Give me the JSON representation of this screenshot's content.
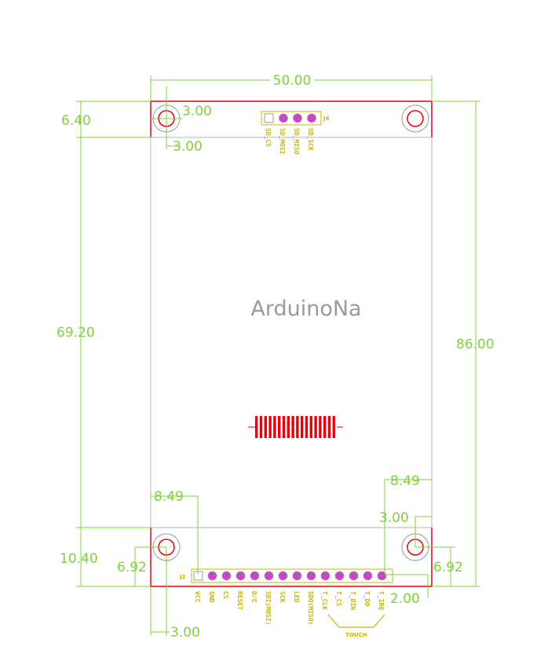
{
  "dimensions": {
    "width": "50.00",
    "height": "86.00",
    "display_height": "69.20",
    "top_band": "6.40",
    "bottom_band": "10.40",
    "top_hole_x": "3.00",
    "top_hole_y": "3.00",
    "left_pin_offset": "8.49",
    "right_pin_offset": "8.49",
    "right_hole_x": "3.00",
    "left_hole_y": "6.92",
    "right_hole_y": "6.92",
    "bottom_hole_x": "3.00",
    "header_edge": "2.00"
  },
  "watermark": "ArduinoNa",
  "j4": {
    "ref": "J4",
    "pins": [
      "SD_CS",
      "SD_MOSI",
      "SD_MISO",
      "SD_SCK"
    ]
  },
  "j2": {
    "ref": "J2",
    "pins": [
      "VCC",
      "GND",
      "CS",
      "RESET",
      "D/C",
      "SDI(MOSI)",
      "SCK",
      "LED",
      "SDO(MISO)",
      "T_CLK",
      "T_CS",
      "T_DIN",
      "T_DO",
      "T_IRQ"
    ],
    "group_label": "TOUCH"
  },
  "colors": {
    "dimension": "#7fd13b",
    "board_edge": "#e8000b",
    "silkscreen": "#c9b400",
    "pad": "#cc44cc"
  }
}
